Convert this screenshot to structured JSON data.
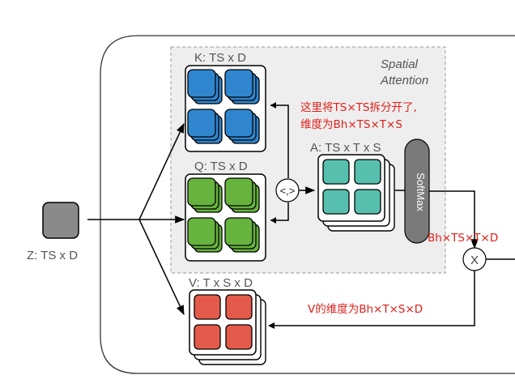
{
  "labels": {
    "z": "Z: TS x D",
    "k": "K: TS x D",
    "q": "Q: TS x D",
    "a": "A: TS x T x S",
    "v": "V: T x S x D",
    "spatial_line1": "Spatial",
    "spatial_line2": "Attention",
    "softmax": "SoftMax",
    "dot_product": "<,>",
    "multiply": "X"
  },
  "notes": {
    "split_line1": "这里将TS×TS拆分开了,",
    "split_line2": "维度为Bh×TS×T×S",
    "after_softmax": "Bh×TS×T×D",
    "v_dim": "V的维度为Bh×T×S×D"
  },
  "colors": {
    "k_tile": "#2f86cf",
    "q_tile": "#66b33d",
    "a_tile": "#56bfae",
    "v_tile": "#e45a4a",
    "z_tile": "#8a8a8a",
    "softmax": "#7a7a7a",
    "attention_panel": "#eeeeee",
    "annotation": "#e0201b"
  }
}
